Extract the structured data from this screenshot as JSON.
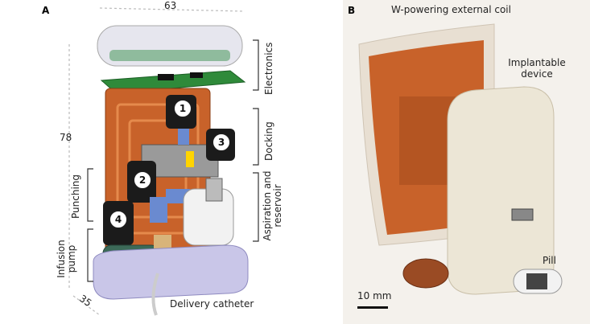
{
  "panel_a": {
    "letter": "A",
    "width_dim": "63",
    "height_dim": "78",
    "depth_dim": "35",
    "labels": {
      "electronics": "Electronics",
      "docking": "Docking",
      "aspiration": "Aspiration and reservoir",
      "punching": "Punching",
      "infusion": "Infusion pump",
      "catheter": "Delivery catheter"
    },
    "badges": [
      "1",
      "2",
      "3",
      "4"
    ]
  },
  "panel_b": {
    "letter": "B",
    "coil_label": "W-powering external coil",
    "device_label": "Implantable device",
    "pill_label": "Pill",
    "scale_label": "10 mm"
  },
  "colors": {
    "coil_copper": "#c8622a",
    "pcb_green": "#2f8a3a",
    "housing_grey": "#e8e8ec",
    "motor_black": "#1b1b1b",
    "base_lavender": "#c9c6e8"
  }
}
